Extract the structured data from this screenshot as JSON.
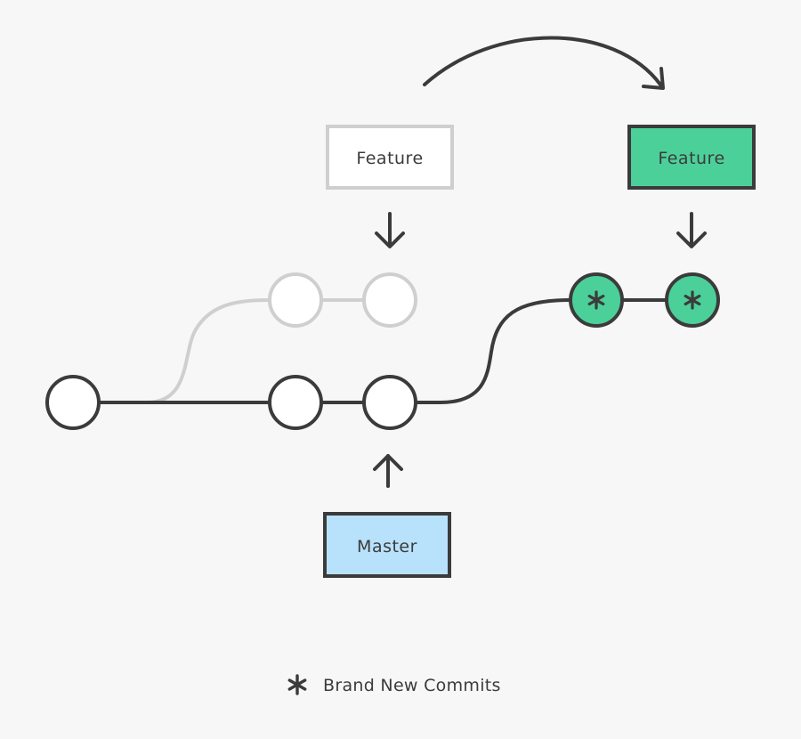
{
  "labels": {
    "old_feature": "Feature",
    "new_feature": "Feature",
    "master": "Master"
  },
  "legend": {
    "text": "Brand New Commits",
    "icon": "asterisk-icon"
  },
  "colors": {
    "background": "#f7f7f7",
    "stroke_dark": "#3b3b3b",
    "stroke_faded": "#cfcfcf",
    "commit_fill": "#ffffff",
    "new_commit_fill": "#4cd09a",
    "new_feature_box": "#4cd09a",
    "master_box": "#b8e2fb",
    "old_feature_box": "#ffffff"
  }
}
